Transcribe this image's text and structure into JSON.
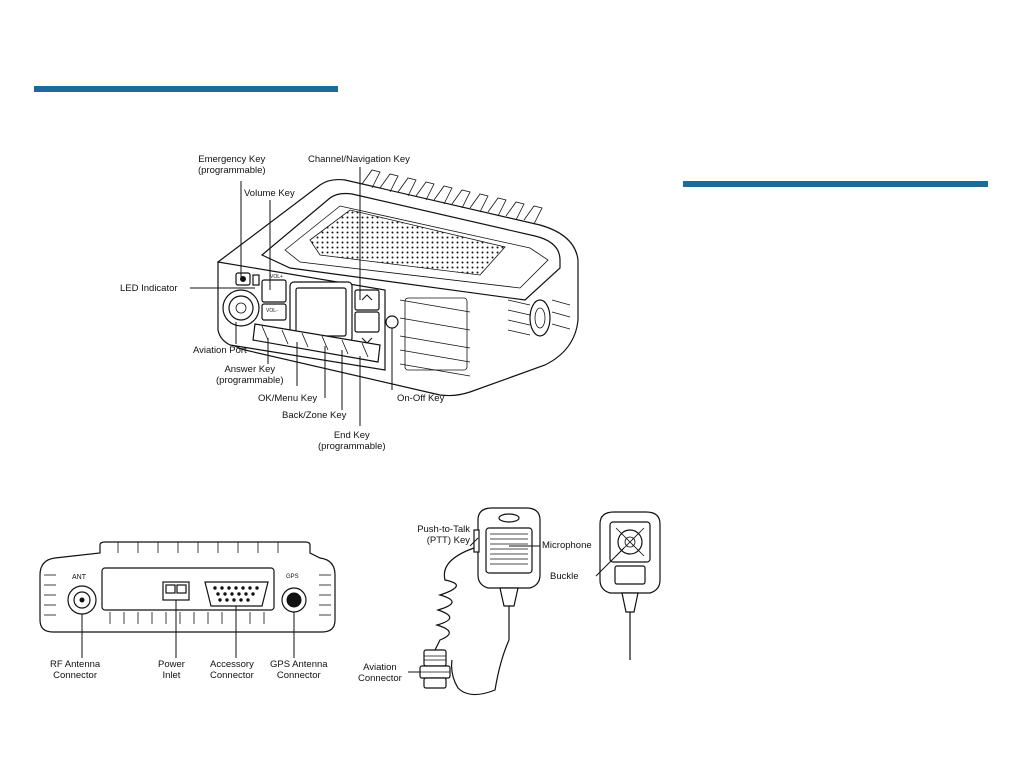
{
  "colors": {
    "accent": "#1a6b9a"
  },
  "labels": {
    "emergency_key": [
      "Emergency Key",
      "(programmable)"
    ],
    "channel_nav_key": "Channel/Navigation Key",
    "volume_key": "Volume Key",
    "led_indicator": "LED Indicator",
    "aviation_port": "Aviation Port",
    "answer_key": [
      "Answer Key",
      "(programmable)"
    ],
    "ok_menu_key": "OK/Menu Key",
    "back_zone_key": "Back/Zone Key",
    "on_off_key": "On-Off Key",
    "end_key": [
      "End Key",
      "(programmable)"
    ],
    "rf_antenna": [
      "RF Antenna",
      "Connector"
    ],
    "power_inlet": [
      "Power",
      "Inlet"
    ],
    "accessory_connector": [
      "Accessory",
      "Connector"
    ],
    "gps_antenna": [
      "GPS Antenna",
      "Connector"
    ],
    "ptt_key": [
      "Push-to-Talk",
      "(PTT) Key"
    ],
    "microphone": "Microphone",
    "buckle": "Buckle",
    "aviation_connector": [
      "Aviation",
      "Connector"
    ]
  },
  "device_marks": {
    "ant": "ANT",
    "gps": "GPS",
    "vol_up": "VOL+",
    "vol_down": "VOL-"
  }
}
